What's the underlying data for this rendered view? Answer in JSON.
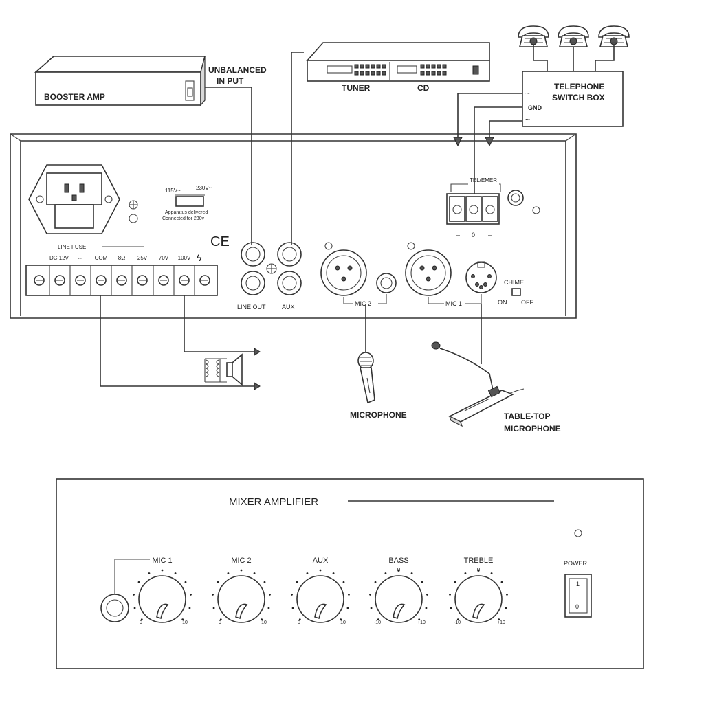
{
  "devices": {
    "booster_amp": "BOOSTER AMP",
    "unbalanced_input": [
      "UNBALANCED",
      "IN PUT"
    ],
    "tuner": "TUNER",
    "cd": "CD",
    "telephone_switch_box": [
      "TELEPHONE",
      "SWITCH BOX"
    ],
    "gnd": "GND",
    "tilde": "~",
    "microphone": "MICROPHONE",
    "table_top_microphone": [
      "TABLE-TOP",
      "MICROPHONE"
    ]
  },
  "rear_panel": {
    "voltage_115": "115V~",
    "voltage_230": "230V~",
    "apparatus_note": [
      "Apparatus delivered",
      "Connected for 230v~"
    ],
    "ce_mark": "CE",
    "line_fuse": "LINE FUSE",
    "terminal_labels": [
      "DC 12V",
      "⎓",
      "COM",
      "8Ω",
      "25V",
      "70V",
      "100V"
    ],
    "line_out": "LINE OUT",
    "aux": "AUX",
    "mic2": "MIC  2",
    "mic1": "MIC  1",
    "tel_emer": "TEL/EMER",
    "tel_polarity": [
      "–",
      "0",
      "–"
    ],
    "chime": "CHIME",
    "chime_on": "ON",
    "chime_off": "OFF"
  },
  "front_panel": {
    "title": "MIXER AMPLIFIER",
    "knobs": [
      {
        "label": "MIC 1",
        "min": "0",
        "max": "10",
        "center": ""
      },
      {
        "label": "MIC 2",
        "min": "0",
        "max": "10",
        "center": ""
      },
      {
        "label": "AUX",
        "min": "0",
        "max": "10",
        "center": ""
      },
      {
        "label": "BASS",
        "min": "-10",
        "max": "+10",
        "center": "0"
      },
      {
        "label": "TREBLE",
        "min": "-10",
        "max": "+10",
        "center": "0"
      }
    ],
    "power_label": "POWER",
    "power_on": "1",
    "power_off": "0"
  }
}
